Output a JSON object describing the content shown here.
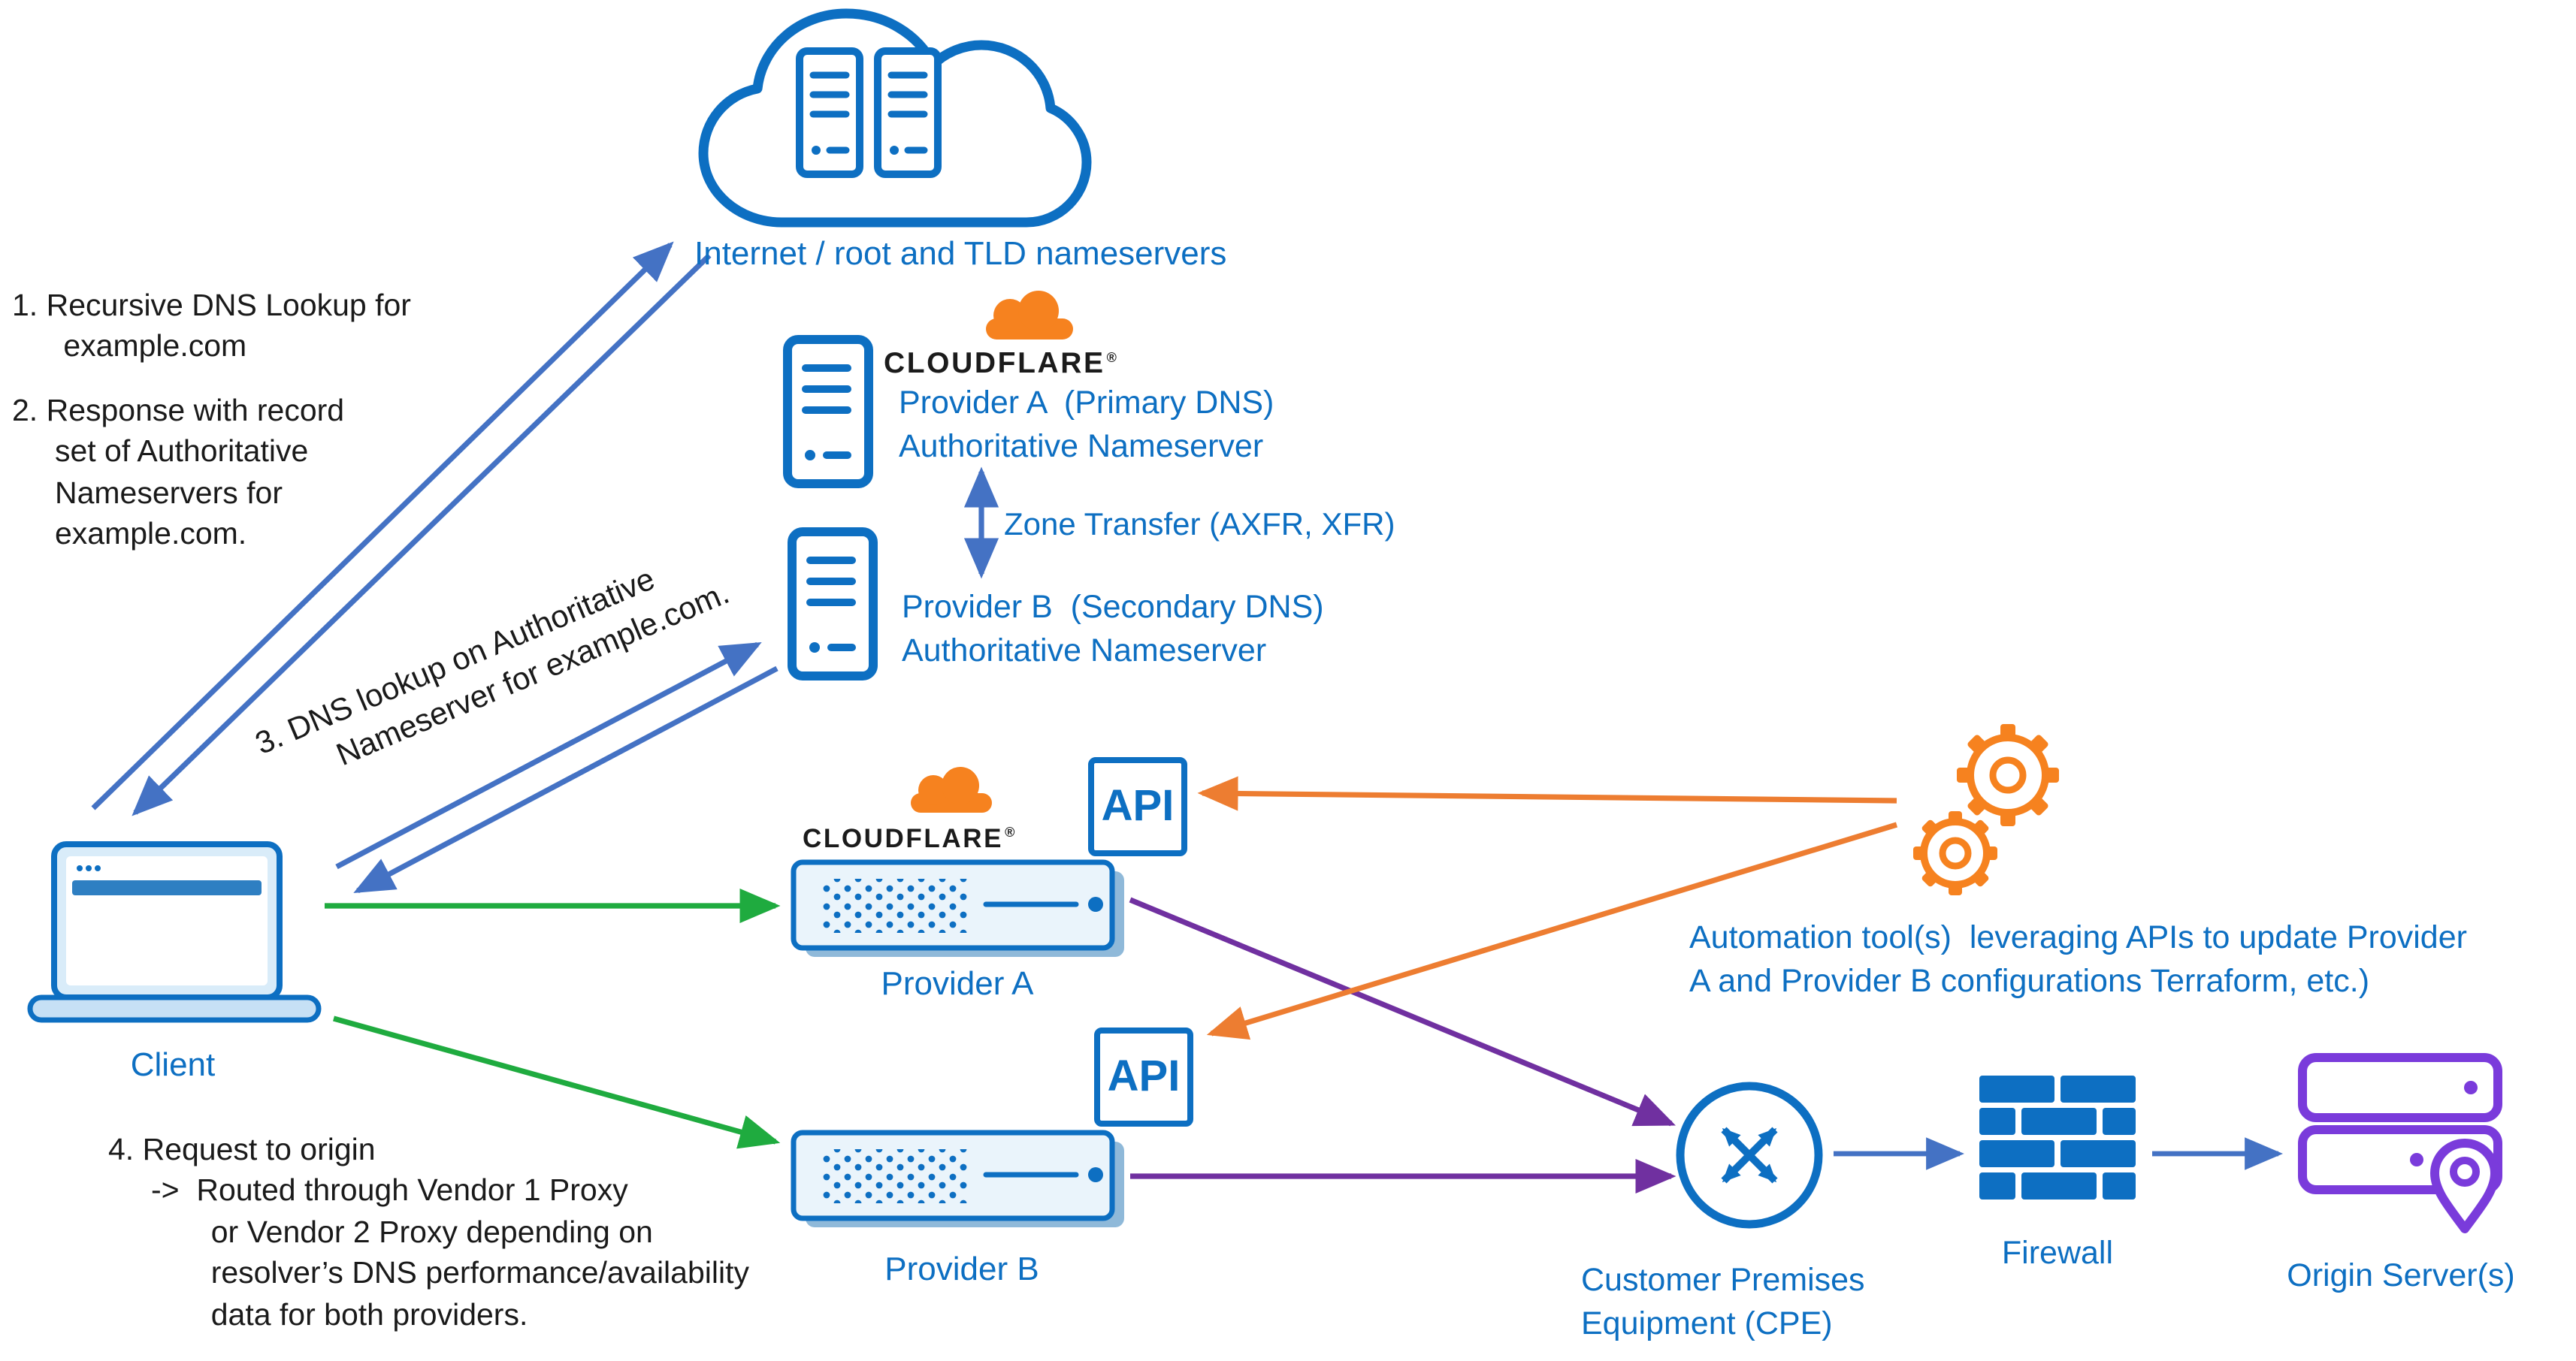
{
  "colors": {
    "blue": "#0d6fc2",
    "arrow-blue": "#4472c4",
    "green": "#1fab3f",
    "purple": "#7030a0",
    "orange": "#ed7d31",
    "cf-orange": "#f6821f",
    "violet": "#7a3bdb",
    "ink": "#1a1a1a",
    "laptop-fill": "#d9ecf9",
    "laptop-base": "#c6e0f5",
    "laptop-bar": "#2e7fc2",
    "appliance-fill": "#eaf4fb",
    "appliance-shadow": "#8fb9d9"
  },
  "logo": {
    "wordmark": "CLOUDFLARE",
    "registered": "®"
  },
  "nodes": {
    "internet": {
      "label": "Internet / root and TLD nameservers"
    },
    "provider_a_ns": {
      "label": "Provider A  (Primary DNS)\nAuthoritative Nameserver"
    },
    "zone_transfer": {
      "label": "Zone Transfer (AXFR, XFR)"
    },
    "provider_b_ns": {
      "label": "Provider B  (Secondary DNS)\nAuthoritative Nameserver"
    },
    "client": {
      "label": "Client"
    },
    "provider_a_proxy": {
      "label": "Provider A",
      "api": "API"
    },
    "provider_b_proxy": {
      "label": "Provider B",
      "api": "API"
    },
    "automation": {
      "label": "Automation tool(s)  leveraging APIs to update Provider\nA and Provider B configurations Terraform, etc.)"
    },
    "cpe": {
      "label": "Customer Premises\nEquipment (CPE)"
    },
    "firewall": {
      "label": "Firewall"
    },
    "origin": {
      "label": "Origin Server(s)"
    }
  },
  "annotations": {
    "step1": "1. Recursive DNS Lookup for\n      example.com",
    "step2": "2. Response with record\n     set of Authoritative\n     Nameservers for\n     example.com.",
    "step3": "3. DNS lookup on Authoritative\n        Nameserver for example.com.",
    "step4": "4. Request to origin\n     ->  Routed through Vendor 1 Proxy\n            or Vendor 2 Proxy depending on\n            resolver’s DNS performance/availability\n            data for both providers."
  },
  "icons": {
    "internet-cloud-icon": "cloud containing server racks",
    "nameserver-icon": "server tower outline",
    "cloudflare-cloud-icon": "orange cloud logo",
    "laptop-icon": "client laptop",
    "proxy-appliance-icon": "network appliance with dot grid",
    "gears-icon": "two automation gears",
    "cpe-router-icon": "circle with crossing arrows",
    "firewall-icon": "brick wall",
    "origin-server-icon": "stacked servers",
    "location-pin-icon": "map location pin"
  }
}
